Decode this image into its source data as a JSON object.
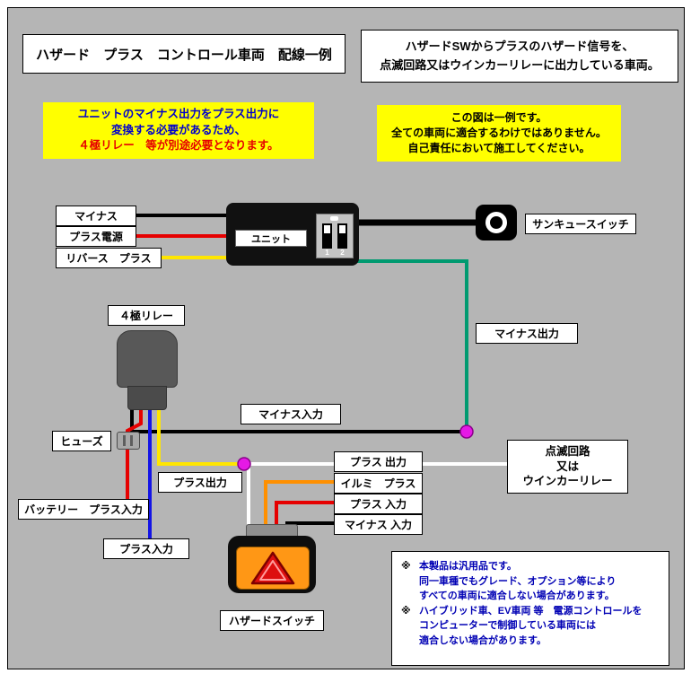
{
  "header": {
    "title": "ハザード　プラス　コントロール車両　配線一例",
    "vehicle_type": {
      "line1": "ハザードSWからプラスのハザード信号を、",
      "line2": "点滅回路又はウインカーリレーに出力している車両。"
    }
  },
  "warnings": {
    "left": {
      "line1": "ユニットのマイナス出力をプラス出力に",
      "line2": "変換する必要があるため、",
      "line3": "４極リレー　等が別途必要となります。"
    },
    "right": {
      "line1": "この図は一例です。",
      "line2": "全ての車両に適合するわけではありません。",
      "line3": "自己責任において施工してください。"
    }
  },
  "labels": {
    "minus": "マイナス",
    "plus_power": "プラス電源",
    "reverse_plus": "リバース　プラス",
    "thankyou_switch": "サンキュースイッチ",
    "relay4": "４極リレー",
    "minus_output": "マイナス出力",
    "minus_input": "マイナス入力",
    "fuse": "ヒューズ",
    "plus_output_relay": "プラス出力",
    "battery_plus_input": "バッテリー　プラス入力",
    "plus_input_relay": "プラス入力",
    "plus_output": "プラス 出力",
    "illumi_plus": "イルミ　プラス",
    "plus_input": "プラス 入力",
    "minus_input2": "マイナス 入力",
    "hazard_switch": "ハザードスイッチ"
  },
  "unit": {
    "label": "ユニット",
    "dip_digit_1": "1",
    "dip_digit_2": "2"
  },
  "flasher_box": {
    "line1": "点滅回路",
    "line2": "又は",
    "line3": "ウインカーリレー"
  },
  "notes": {
    "marker": "※",
    "item1_line1": "本製品は汎用品です。",
    "item1_line2": "同一車種でもグレード、オプション等により",
    "item1_line3": "すべての車両に適合しない場合があります。",
    "item2_line1": "ハイブリッド車、EV車両 等　電源コントロールを",
    "item2_line2": "コンピューターで制御している車両には",
    "item2_line3": "適合しない場合があります。"
  },
  "colors": {
    "panel_background": "#b5b5b5",
    "highlight_yellow": "#ffff00",
    "wire_black": "#000000",
    "wire_red": "#e60000",
    "wire_yellow": "#ffe600",
    "wire_green": "#009a70",
    "wire_blue": "#1414e6",
    "wire_white": "#ffffff",
    "wire_orange": "#ff9000",
    "junction_dot": "#e619e6",
    "hazard_face_orange": "#ff9715",
    "note_text_blue": "#0000b4",
    "warn_text_blue": "#0000cc",
    "warn_text_red": "#e60000"
  }
}
